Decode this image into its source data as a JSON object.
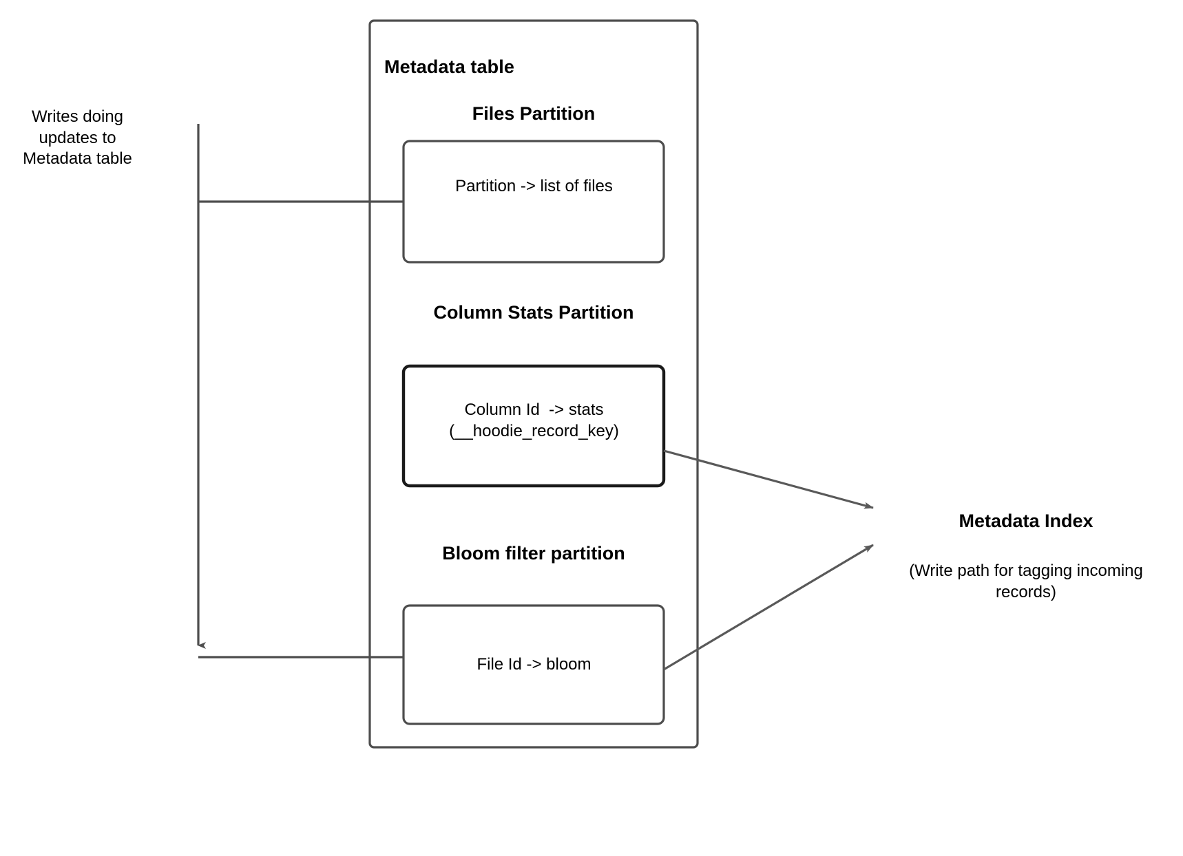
{
  "diagram": {
    "title_semantic": "Hudi metadata table write path diagram",
    "stroke_color": "#4d4d4d",
    "stroke_color_strong": "#1a1a1a",
    "text_color": "#000000",
    "background": "#ffffff"
  },
  "left_annotation": {
    "label": "Writes doing updates to Metadata table"
  },
  "metadata_table": {
    "title": "Metadata table",
    "partitions": [
      {
        "heading": "Files Partition",
        "box_label": "Partition -> list of files",
        "emphasis": false
      },
      {
        "heading": "Column Stats Partition",
        "box_label": "Column Id  -> stats\n(__hoodie_record_key)",
        "emphasis": true
      },
      {
        "heading": "Bloom filter partition",
        "box_label": "File Id -> bloom",
        "emphasis": false
      }
    ]
  },
  "metadata_index": {
    "title": "Metadata Index",
    "caption": "(Write path for tagging incoming records)"
  }
}
